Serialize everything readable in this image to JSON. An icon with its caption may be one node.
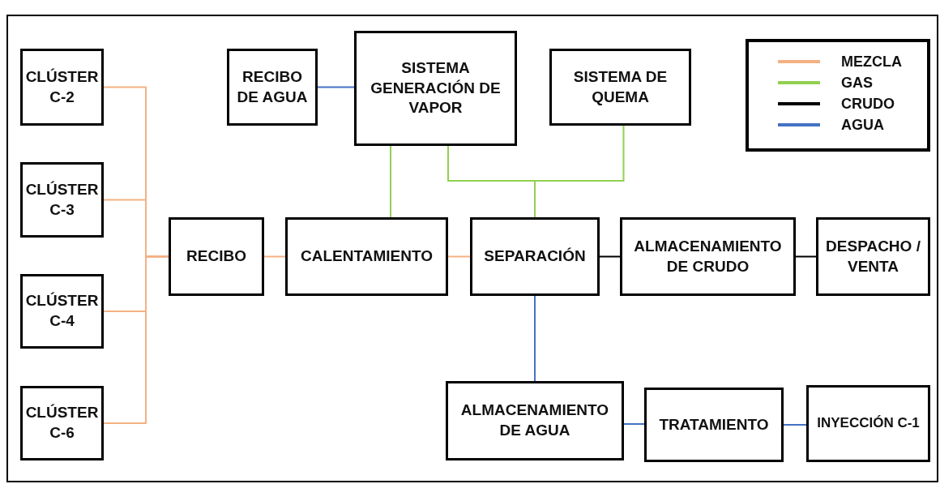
{
  "diagram": {
    "nodes": [
      {
        "text": [
          "CLÚSTER C-2"
        ]
      },
      {
        "text": [
          "CLÚSTER C-3"
        ]
      },
      {
        "text": [
          "CLÚSTER C-4"
        ]
      },
      {
        "text": [
          "CLÚSTER C-6"
        ]
      },
      {
        "text": [
          "RECIBO DE AGUA"
        ]
      },
      {
        "text": [
          "SISTEMA GENERACIÓN DE VAPOR"
        ]
      },
      {
        "text": [
          "SISTEMA DE QUEMA"
        ]
      },
      {
        "text": [
          "RECIBO"
        ]
      },
      {
        "text": [
          "CALENTAMIENTO"
        ]
      },
      {
        "text": [
          "SEPARACIÓN"
        ]
      },
      {
        "text": [
          "ALMACENAMIENTO DE CRUDO"
        ]
      },
      {
        "text": [
          "DESPACHO / VENTA"
        ]
      },
      {
        "text": [
          "ALMACENAMIENTO DE AGUA"
        ]
      },
      {
        "text": [
          "TRATAMIENTO"
        ]
      },
      {
        "text": [
          "INYECCIÓN C-1"
        ]
      }
    ],
    "edges": [
      {
        "from": 0,
        "to": 7,
        "arrow": "none",
        "color": "#f4b183"
      },
      {
        "from": 1,
        "to": 7,
        "arrow": "none",
        "color": "#f4b183"
      },
      {
        "from": 2,
        "to": 7,
        "arrow": "none",
        "color": "#f4b183"
      },
      {
        "from": 3,
        "to": 7,
        "arrow": "none",
        "color": "#f4b183"
      },
      {
        "from": 4,
        "to": 5,
        "arrow": "none",
        "color": "#4472c4"
      },
      {
        "from": 7,
        "to": 8,
        "arrow": "none",
        "color": "#f4b183"
      },
      {
        "from": 8,
        "to": 9,
        "arrow": "none",
        "color": "#f4b183"
      },
      {
        "from": 5,
        "to": 8,
        "arrow": "none",
        "color": "#92d050"
      },
      {
        "from": 5,
        "to": 9,
        "arrow": "none",
        "color": "#92d050"
      },
      {
        "from": 6,
        "to": 9,
        "arrow": "none",
        "color": "#92d050"
      },
      {
        "from": 9,
        "to": 10,
        "arrow": "none",
        "color": "#000000"
      },
      {
        "from": 10,
        "to": 11,
        "arrow": "none",
        "color": "#000000"
      },
      {
        "from": 9,
        "to": 12,
        "arrow": "none",
        "color": "#4472c4"
      },
      {
        "from": 12,
        "to": 13,
        "arrow": "none",
        "color": "#4472c4"
      },
      {
        "from": 13,
        "to": 14,
        "arrow": "none",
        "color": "#4472c4"
      }
    ],
    "legend": [
      {
        "text": "MEZCLA",
        "color": "#f4b183"
      },
      {
        "text": "GAS",
        "color": "#92d050"
      },
      {
        "text": "CRUDO",
        "color": "#000000"
      },
      {
        "text": "AGUA",
        "color": "#4472c4"
      }
    ]
  }
}
